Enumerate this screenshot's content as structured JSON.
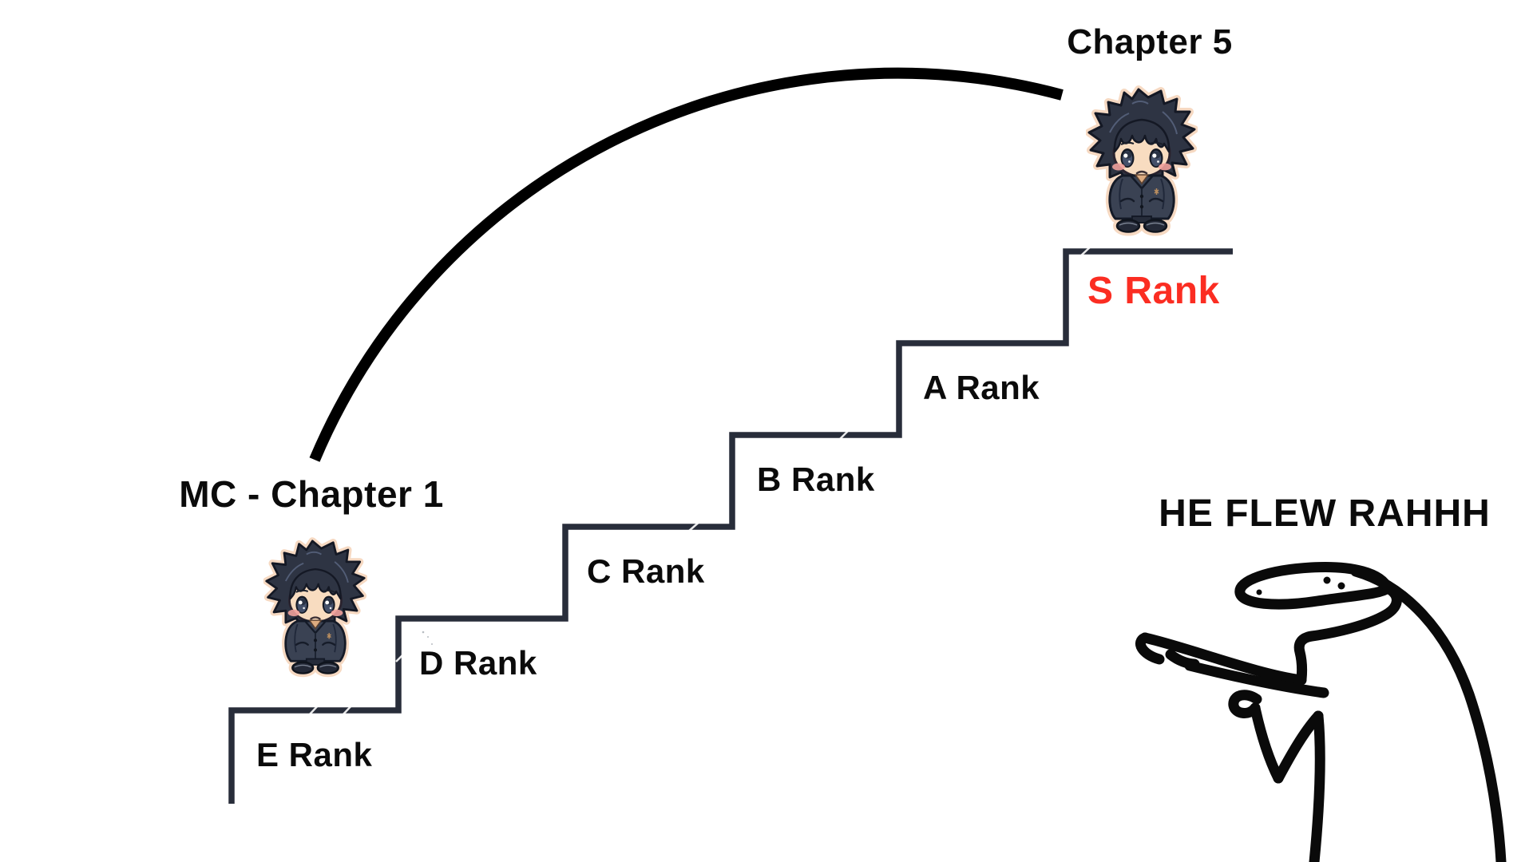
{
  "meme": {
    "start_label": "MC - Chapter 1",
    "end_label": "Chapter 5"
  },
  "stairs": {
    "line_color": "#282d3a",
    "ranks": [
      {
        "label": "E Rank",
        "color": "#0b0b0b"
      },
      {
        "label": "D Rank",
        "color": "#0b0b0b"
      },
      {
        "label": "C Rank",
        "color": "#0b0b0b"
      },
      {
        "label": "B Rank",
        "color": "#0b0b0b"
      },
      {
        "label": "A Rank",
        "color": "#0b0b0b"
      },
      {
        "label": "S Rank",
        "color": "#fb2d22"
      }
    ]
  },
  "arc": {
    "color": "#000000"
  },
  "characters": {
    "start": {
      "icon": "chibi-character-icon"
    },
    "end": {
      "icon": "chibi-character-icon"
    }
  },
  "flork": {
    "icon": "flork-pointing-icon",
    "caption": "HE FLEW RAHHH",
    "color": "#0a0a0a"
  }
}
